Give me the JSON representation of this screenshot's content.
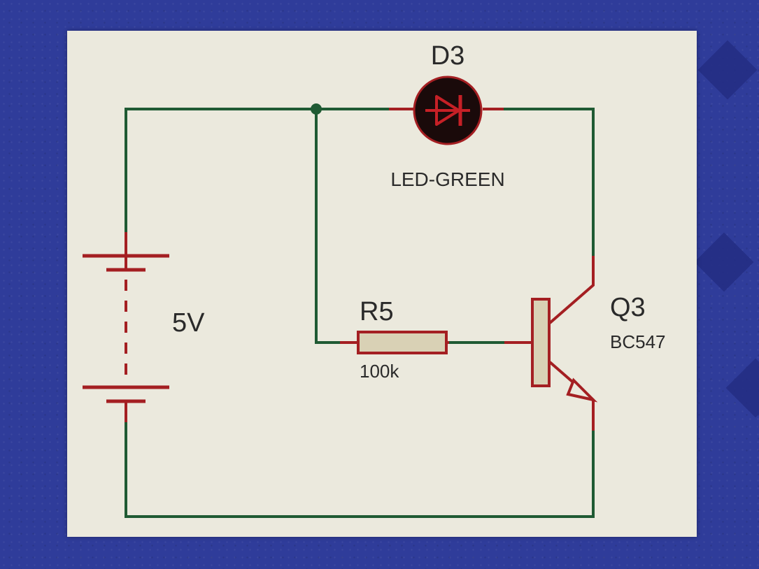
{
  "colors": {
    "background": "#2f3c9a",
    "canvas": "#ebe9dd",
    "wire_green": "#1f5a33",
    "wire_red": "#a41f22",
    "component_fill": "#d9d1b5",
    "led_body": "#1a0a0a",
    "led_symbol": "#c62026"
  },
  "components": {
    "led": {
      "designator": "D3",
      "value": "LED-GREEN",
      "icon": "led-diode-icon"
    },
    "resistor": {
      "designator": "R5",
      "value": "100k",
      "icon": "resistor-icon"
    },
    "transistor": {
      "designator": "Q3",
      "value": "BC547",
      "icon": "npn-transistor-icon"
    },
    "battery": {
      "value": "5V",
      "icon": "battery-icon"
    }
  }
}
